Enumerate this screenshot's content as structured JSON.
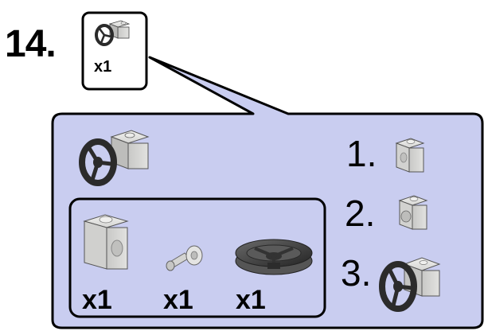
{
  "step": {
    "number": "14.",
    "parts_needed_qty": "x1"
  },
  "parts_list": [
    {
      "name": "technic-brick-1x1",
      "qty": "x1"
    },
    {
      "name": "technic-pin-half",
      "qty": "x1"
    },
    {
      "name": "steering-wheel",
      "qty": "x1"
    }
  ],
  "substeps": [
    {
      "label": "1."
    },
    {
      "label": "2."
    },
    {
      "label": "3."
    }
  ],
  "colors": {
    "callout_fill": "#c9cdf0",
    "outline": "#000000",
    "brick_gray": "#d8d8d6",
    "wheel_dark": "#3a3a3a"
  }
}
